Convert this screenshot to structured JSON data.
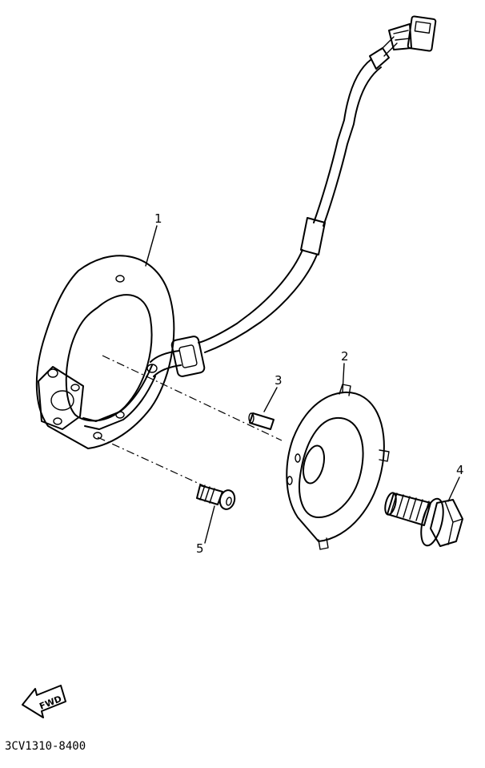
{
  "diagram": {
    "callouts": [
      {
        "id": "1",
        "text": "1"
      },
      {
        "id": "2",
        "text": "2"
      },
      {
        "id": "3",
        "text": "3"
      },
      {
        "id": "4",
        "text": "4"
      },
      {
        "id": "5",
        "text": "5"
      }
    ],
    "fwd_label": "FWD",
    "drawing_code": "3CV1310-8400"
  }
}
